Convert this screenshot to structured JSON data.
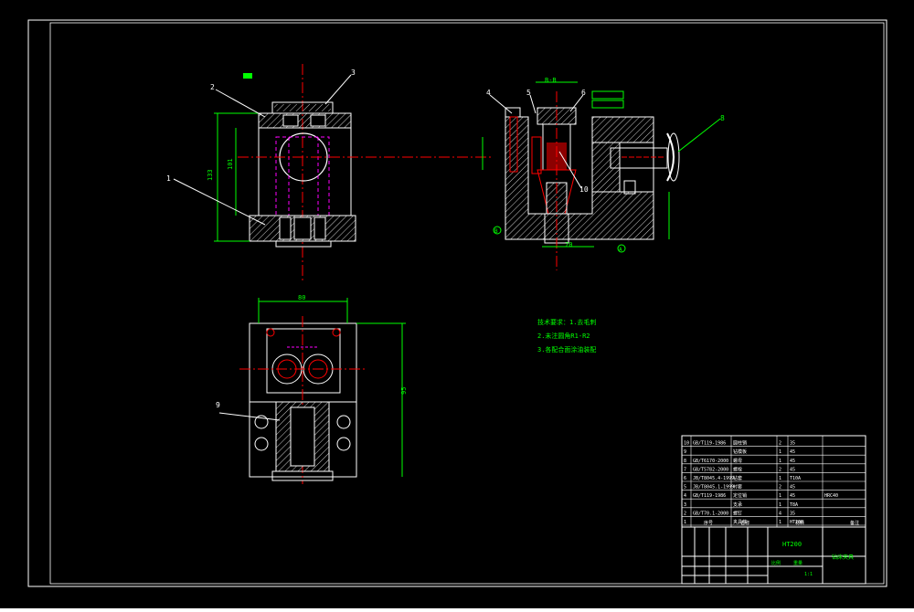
{
  "labels": {
    "part1": "1",
    "part2": "2",
    "part3": "3",
    "part4": "4",
    "part5": "5",
    "part6": "6",
    "part8": "8",
    "part9": "9",
    "part10": "10",
    "dim_left_h": "133",
    "dim_left_h2": "101",
    "dim_bottom_w": "80",
    "dim_bottom_h": "95",
    "dim_right_w": "70",
    "datum_a": "A",
    "datum_b": "B",
    "section_mark": "B-B"
  },
  "tech_requirements": [
    "技术要求：1.去毛刺",
    "2.未注圆角R1-R2",
    "3.各配合面涂油装配"
  ],
  "title_block": {
    "material": "HT200",
    "drawing_name": "钻床夹具",
    "scale_label": "比例",
    "weight_label": "重量",
    "ratio_value": "1:1",
    "rows": [
      [
        "10",
        "GB/T119-1986",
        "圆柱销",
        "2",
        "35",
        ""
      ],
      [
        "9",
        "",
        "钻模板",
        "1",
        "45",
        ""
      ],
      [
        "8",
        "GB/T6170-2000",
        "螺母",
        "1",
        "45",
        ""
      ],
      [
        "7",
        "GB/T5782-2000",
        "螺栓",
        "2",
        "45",
        ""
      ],
      [
        "6",
        "JB/T8045.4-1999",
        "钻套",
        "1",
        "T10A",
        ""
      ],
      [
        "5",
        "JB/T8045.1-1999",
        "衬套",
        "2",
        "45",
        ""
      ],
      [
        "4",
        "GB/T119-1986",
        "定位销",
        "1",
        "45",
        "HRC40"
      ],
      [
        "3",
        "",
        "支承",
        "1",
        "T8A",
        ""
      ],
      [
        "2",
        "GB/T70.1-2000",
        "螺钉",
        "4",
        "35",
        ""
      ],
      [
        "1",
        "",
        "夹具体",
        "1",
        "HT200",
        ""
      ]
    ],
    "header": [
      "序号",
      "代号",
      "名称",
      "数量",
      "材料",
      "备注"
    ]
  },
  "colors": {
    "background": "#000000",
    "frame": "#ffffff",
    "dimension": "#00ff00",
    "centerline": "#ff0000",
    "hidden": "#ff00ff",
    "hatch": "#ffffff"
  }
}
